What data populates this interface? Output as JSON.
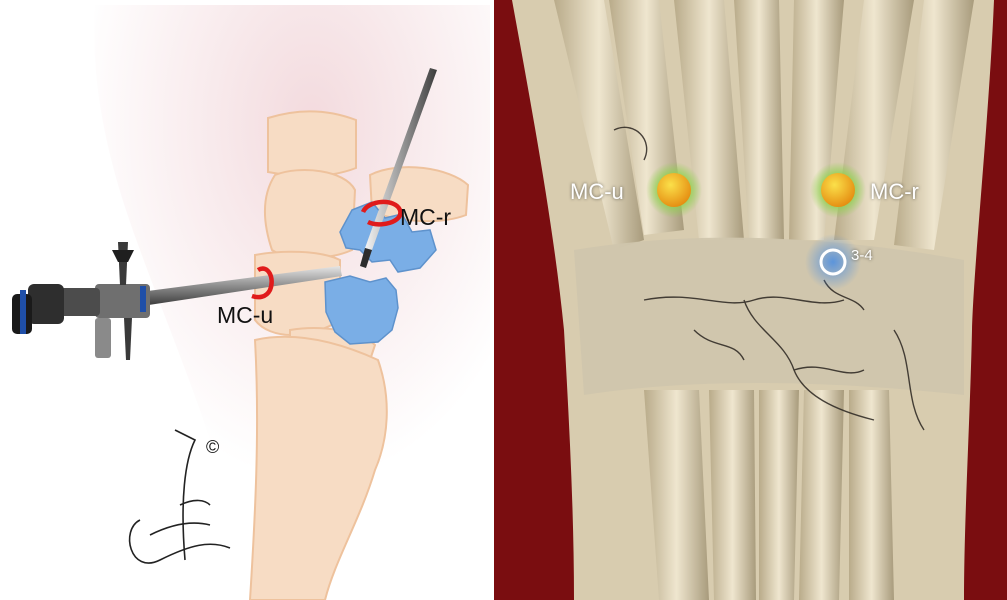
{
  "left_illustration": {
    "labels": {
      "mc_r": "MC-r",
      "mc_u": "MC-u",
      "copyright": "©"
    },
    "colors": {
      "bone": "#f7dcc4",
      "bone_outline": "#eec29d",
      "fragment": "#7aaee6",
      "portal_ring": "#e01b1b",
      "background_blush": "#f4d9dd"
    }
  },
  "right_photo": {
    "labels": {
      "mc_u": "MC-u",
      "mc_r": "MC-r",
      "portal_3_4": "3-4"
    },
    "colors": {
      "backdrop": "#7a0d10",
      "portal_marker": "#f0b21a",
      "portal_glow": "#8fd14f",
      "blue_portal": "#4f8fe0"
    }
  }
}
